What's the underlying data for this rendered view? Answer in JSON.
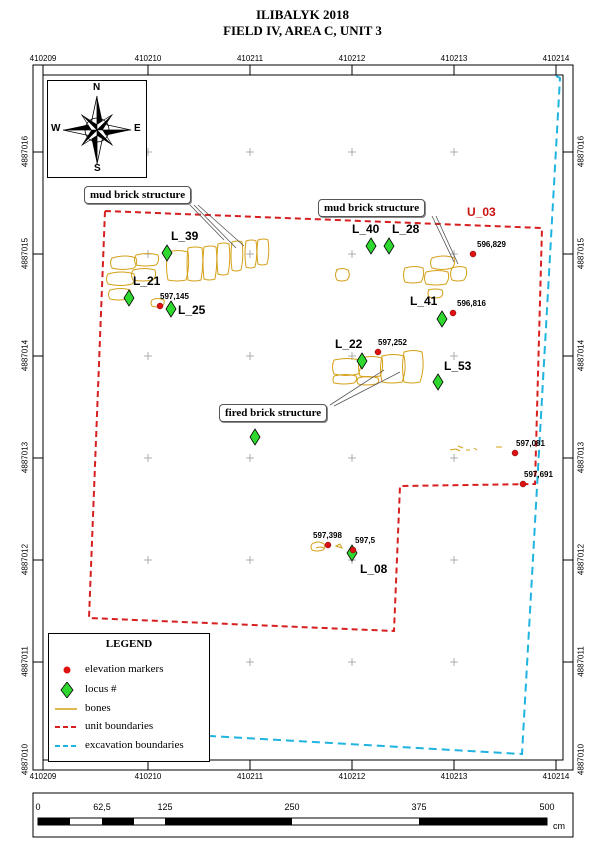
{
  "title": {
    "line1": "ILIBALYK 2018",
    "line2": "FIELD IV, AREA C, UNIT 3"
  },
  "grid": {
    "x_ticks": [
      "410209",
      "410210",
      "410211",
      "410212",
      "410213",
      "410214"
    ],
    "y_ticks": [
      "4887016",
      "4887015",
      "4887014",
      "4887013",
      "4887012",
      "4887011",
      "4887010"
    ]
  },
  "compass": {
    "n": "N",
    "s": "S",
    "e": "E",
    "w": "W",
    "icon": "compass-rose-icon"
  },
  "callouts": {
    "mud_brick_left": "mud brick structure",
    "mud_brick_right": "mud brick structure",
    "fired_brick": "fired brick structure"
  },
  "unit_label": "U_03",
  "loci": [
    {
      "id": "L_39"
    },
    {
      "id": "L_21"
    },
    {
      "id": "L_25"
    },
    {
      "id": "L_40"
    },
    {
      "id": "L_28"
    },
    {
      "id": "L_41"
    },
    {
      "id": "L_22"
    },
    {
      "id": "L_53"
    },
    {
      "id": "L_08"
    }
  ],
  "elevations": [
    {
      "value": "596,829"
    },
    {
      "value": "597,145"
    },
    {
      "value": "596,816"
    },
    {
      "value": "597,252"
    },
    {
      "value": "597,081"
    },
    {
      "value": "597,691"
    },
    {
      "value": "597,398"
    },
    {
      "value": "597,5"
    }
  ],
  "legend": {
    "title": "LEGEND",
    "items": [
      {
        "label": "elevation markers",
        "icon": "red-dot-icon"
      },
      {
        "label": "locus #",
        "icon": "green-diamond-icon"
      },
      {
        "label": "bones",
        "icon": "orange-line-icon"
      },
      {
        "label": "unit boundaries",
        "icon": "red-dashed-line-icon"
      },
      {
        "label": "excavation boundaries",
        "icon": "blue-dashed-line-icon"
      }
    ]
  },
  "scale_bar": {
    "labels": [
      "0",
      "62,5",
      "125",
      "250",
      "375",
      "500"
    ],
    "unit": "cm"
  },
  "colors": {
    "unit_boundary": "#d71f1f",
    "excavation_boundary": "#1fb4e0",
    "bones": "#d4a017",
    "locus": "#2fd82f",
    "elevation": "#dd1111"
  }
}
